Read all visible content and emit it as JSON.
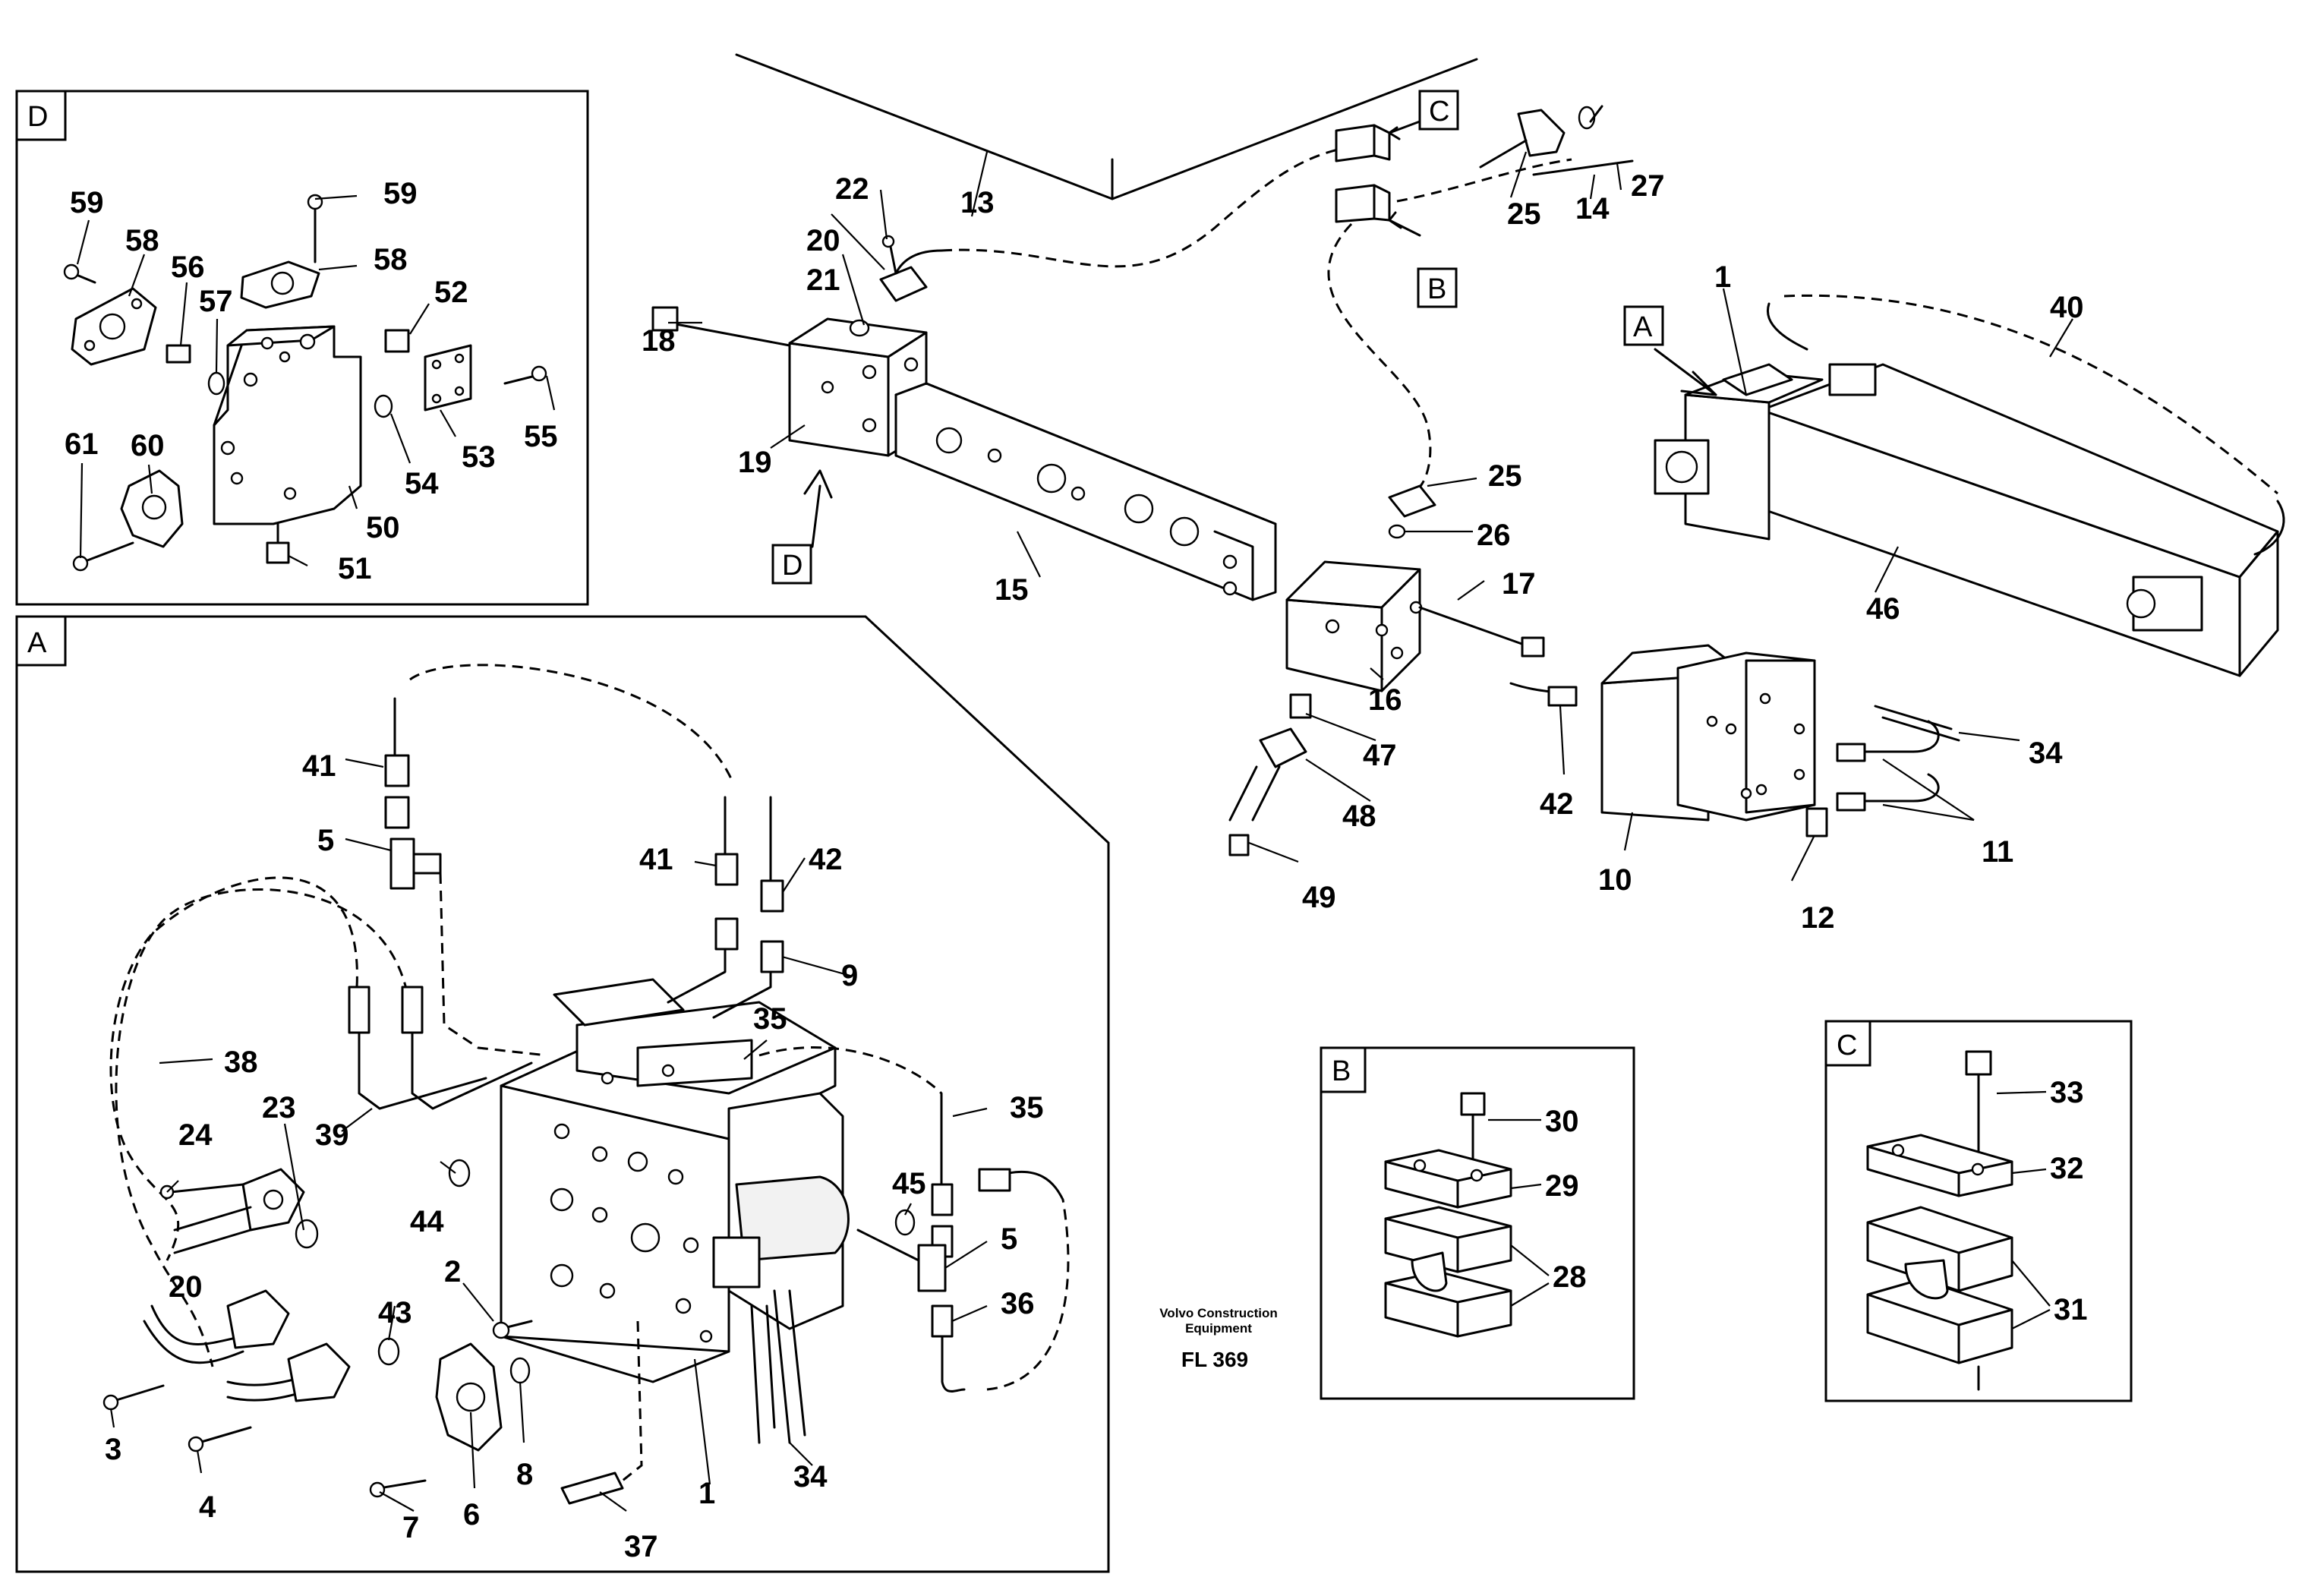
{
  "views": {
    "D": "D",
    "A": "A",
    "B": "B",
    "C": "C"
  },
  "callouts": {
    "D": "D",
    "A": "A",
    "B": "B",
    "C": "C"
  },
  "footer": {
    "maker_line1": "Volvo Construction",
    "maker_line2": "Equipment",
    "code": "FL 369"
  },
  "parts": {
    "p1_main": "1",
    "p1_a": "1",
    "p2": "2",
    "p3": "3",
    "p4": "4",
    "p5_a1": "5",
    "p5_a2": "5",
    "p6": "6",
    "p7": "7",
    "p8": "8",
    "p9": "9",
    "p10": "10",
    "p11": "11",
    "p12": "12",
    "p13": "13",
    "p14": "14",
    "p15": "15",
    "p16": "16",
    "p17": "17",
    "p18": "18",
    "p19": "19",
    "p20_top": "20",
    "p20_a": "20",
    "p21": "21",
    "p22": "22",
    "p23": "23",
    "p24": "24",
    "p25_top": "25",
    "p25_mid": "25",
    "p26": "26",
    "p27": "27",
    "p28": "28",
    "p29": "29",
    "p30": "30",
    "p31": "31",
    "p32": "32",
    "p33": "33",
    "p34_main": "34",
    "p34_a": "34",
    "p35_a1": "35",
    "p35_a2": "35",
    "p36": "36",
    "p37": "37",
    "p38": "38",
    "p39": "39",
    "p40": "40",
    "p41_a1": "41",
    "p41_a2": "41",
    "p42_main": "42",
    "p42_a": "42",
    "p43": "43",
    "p44": "44",
    "p45": "45",
    "p46": "46",
    "p47": "47",
    "p48": "48",
    "p49": "49",
    "p50": "50",
    "p51": "51",
    "p52": "52",
    "p53": "53",
    "p54": "54",
    "p55": "55",
    "p56": "56",
    "p57": "57",
    "p58_l": "58",
    "p58_r": "58",
    "p59_l": "59",
    "p59_r": "59",
    "p60": "60",
    "p61": "61"
  }
}
